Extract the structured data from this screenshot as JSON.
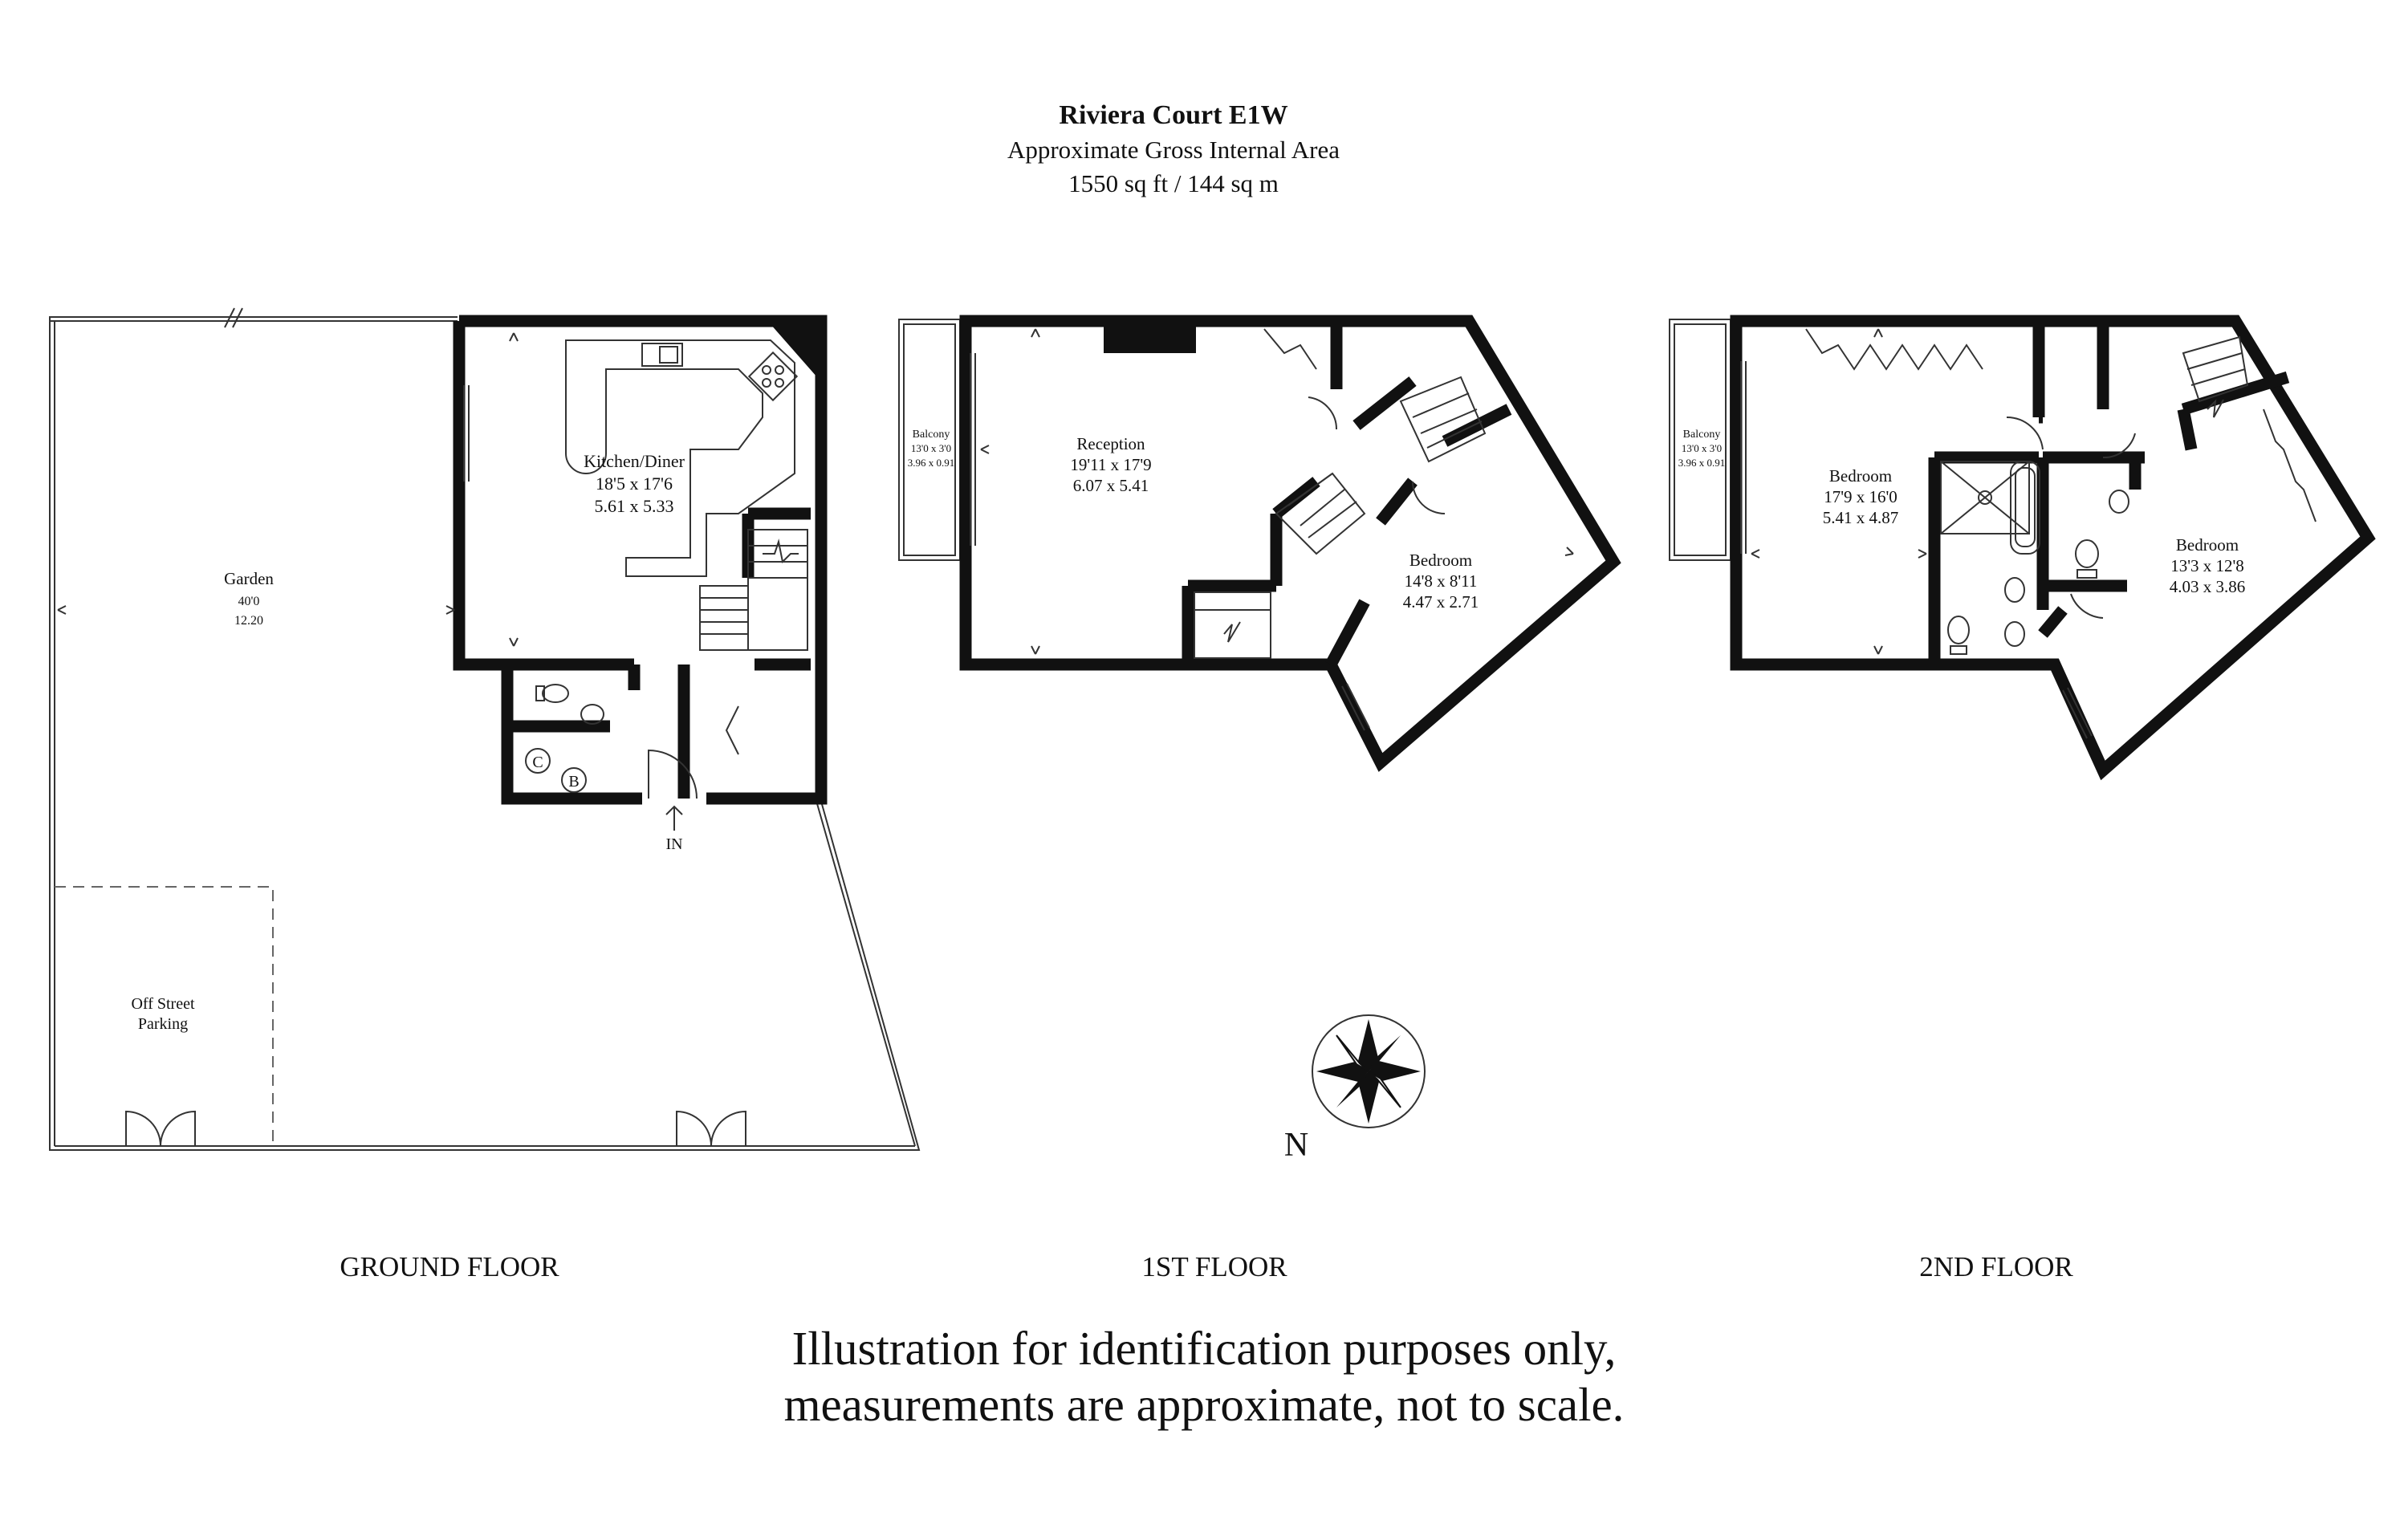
{
  "header": {
    "title": "Riviera Court E1W",
    "subtitle": "Approximate Gross Internal Area",
    "area": "1550 sq ft / 144 sq m"
  },
  "floors": {
    "ground": {
      "label": "GROUND  FLOOR",
      "rooms": {
        "garden": {
          "name": "Garden",
          "dim_imperial": "40'0",
          "dim_metric": "12.20"
        },
        "kitchen": {
          "name": "Kitchen/Diner",
          "dim_imperial": "18'5 x 17'6",
          "dim_metric": "5.61 x 5.33"
        },
        "parking": {
          "line1": "Off Street",
          "line2": "Parking"
        }
      },
      "symbols": {
        "cupboard": "C",
        "boiler": "B"
      },
      "entrance": "IN"
    },
    "first": {
      "label": "1ST  FLOOR",
      "rooms": {
        "reception": {
          "name": "Reception",
          "dim_imperial": "19'11 x 17'9",
          "dim_metric": "6.07 x 5.41"
        },
        "bedroom": {
          "name": "Bedroom",
          "dim_imperial": "14'8 x 8'11",
          "dim_metric": "4.47 x 2.71"
        },
        "balcony": {
          "name": "Balcony",
          "dim_imperial": "13'0 x 3'0",
          "dim_metric": "3.96 x 0.91"
        }
      }
    },
    "second": {
      "label": "2ND  FLOOR",
      "rooms": {
        "bedroom1": {
          "name": "Bedroom",
          "dim_imperial": "17'9 x 16'0",
          "dim_metric": "5.41 x 4.87"
        },
        "bedroom2": {
          "name": "Bedroom",
          "dim_imperial": "13'3 x 12'8",
          "dim_metric": "4.03 x 3.86"
        },
        "balcony": {
          "name": "Balcony",
          "dim_imperial": "13'0 x 3'0",
          "dim_metric": "3.96 x 0.91"
        }
      }
    }
  },
  "compass": {
    "label": "N",
    "icon": "compass-rose-icon"
  },
  "disclaimer": {
    "line1": "Illustration for identification purposes only,",
    "line2": "measurements are approximate, not to scale."
  }
}
